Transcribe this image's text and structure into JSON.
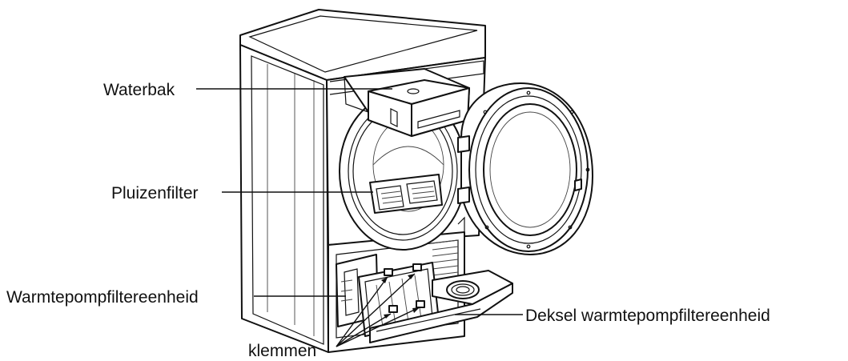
{
  "labels": {
    "waterbak": "Waterbak",
    "pluizenfilter": "Pluizenfilter",
    "warmtepompfiltereenheid": "Warmtepompfiltereenheid",
    "deksel": "Deksel warmtepompfiltereenheid",
    "klemmen": "klemmen"
  }
}
